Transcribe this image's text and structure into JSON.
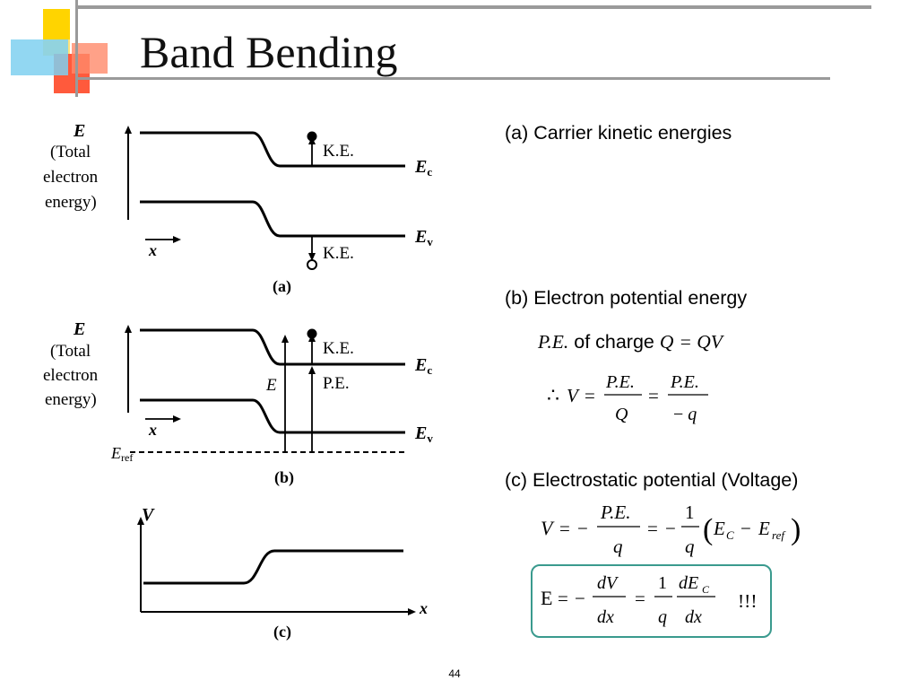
{
  "title": "Band Bending",
  "page_number": "44",
  "figure": {
    "axis_E": "E",
    "axis_E_desc": [
      "(Total",
      "electron",
      "energy)"
    ],
    "ke_label": "K.E.",
    "pe_label": "P.E.",
    "ec_label": "E",
    "ec_sub": "c",
    "ev_label": "E",
    "ev_sub": "v",
    "x_label": "x",
    "e_arrow_label": "E",
    "eref_label": "E",
    "eref_sub": "ref",
    "v_label": "V",
    "panel_a": "(a)",
    "panel_b": "(b)",
    "panel_c": "(c)"
  },
  "notes": {
    "a_heading": "(a) Carrier kinetic energies",
    "b_heading": "(b) Electron potential energy",
    "b_line1_pe": "P.E.",
    "b_line1_mid": "of charge",
    "b_line1_q": "Q",
    "b_line1_eq": "= QV",
    "c_heading": "(c) Electrostatic potential (Voltage)",
    "exclaim": "!!!"
  },
  "colors": {
    "box_border": "#3a9a8e",
    "rule": "#9a9a9a"
  }
}
